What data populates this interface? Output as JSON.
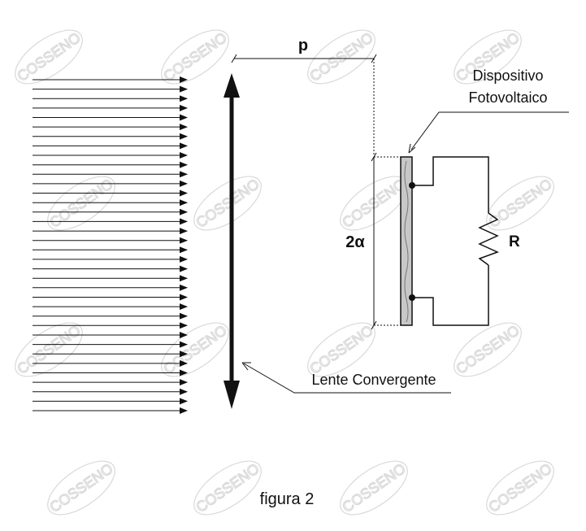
{
  "diagram": {
    "labels": {
      "distance": "p",
      "device_line1": "Dispositivo",
      "device_line2": "Fotovoltaico",
      "aperture": "2α",
      "resistor": "R",
      "lens": "Lente Convergente",
      "caption": "figura 2"
    },
    "watermark": "COSSENO",
    "incoming_ray_count": 36,
    "colors": {
      "ink": "#111111",
      "device_fill": "#c8c8c8",
      "watermark": "#d9d9d9"
    }
  }
}
